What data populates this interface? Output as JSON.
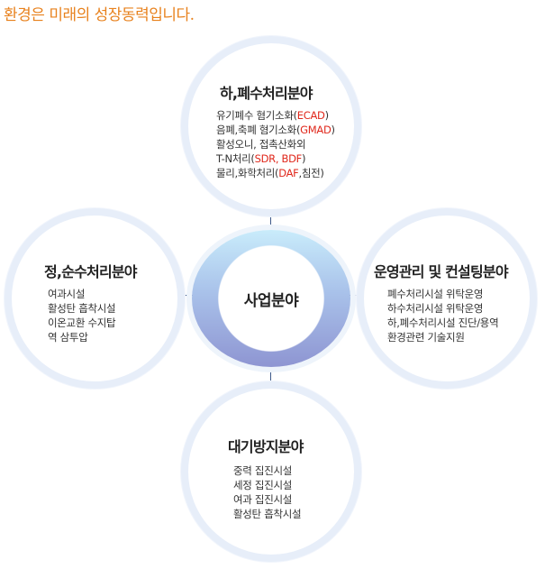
{
  "headline": "환경은 미래의 성장동력입니다.",
  "center": {
    "label": "사업분야"
  },
  "sectors": {
    "top": {
      "title": "하,폐수처리분야",
      "items": [
        {
          "text": "유기폐수 혐기소화(",
          "highlight": "ECAD",
          "after": ")"
        },
        {
          "text": "음폐,축폐 혐기소화(",
          "highlight": "GMAD",
          "after": ")"
        },
        {
          "text": "활성오니, 접촉산화외",
          "highlight": "",
          "after": ""
        },
        {
          "text": "T-N처리(",
          "highlight": "SDR, BDF",
          "after": ")"
        },
        {
          "text": "물리,화학처리(",
          "highlight": "DAF",
          "after": ",침전)"
        }
      ]
    },
    "left": {
      "title": "정,순수처리분야",
      "items": [
        "여과시설",
        "활성탄 흡착시설",
        "이온교환 수지탑",
        "역 삼투압"
      ]
    },
    "right": {
      "title": "운영관리 및 컨설팅분야",
      "items": [
        "폐수처리시설 위탁운영",
        "하수처리시설 위탁운영",
        "하,폐수처리시설 진단/용역",
        "환경관련 기술지원"
      ]
    },
    "bottom": {
      "title": "대기방지분야",
      "items": [
        "중력 집진시설",
        "세정 집진시설",
        "여과 집진시설",
        "활성탄 흡착시설"
      ]
    }
  },
  "colors": {
    "headline": "#e8821e",
    "highlight": "#e0281c",
    "ring": "#e7eef9",
    "connector": "#3f5a8a"
  }
}
